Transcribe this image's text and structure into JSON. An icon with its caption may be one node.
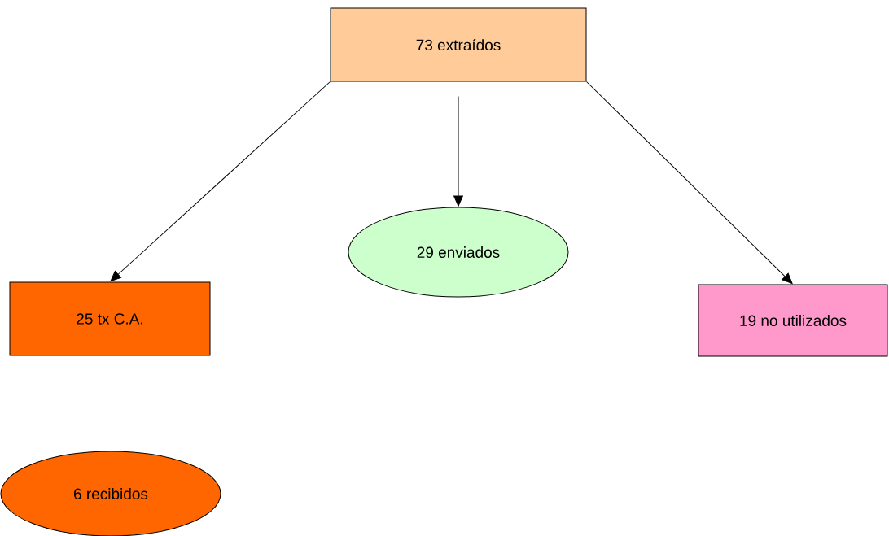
{
  "diagram": {
    "nodes": [
      {
        "text": [
          "73 extraídos"
        ]
      },
      {
        "text": [
          "25 tx C.A."
        ]
      },
      {
        "text": [
          "29 enviados"
        ]
      },
      {
        "text": [
          "19 no utilizados"
        ]
      },
      {
        "text": [
          "6 recibidos"
        ]
      }
    ],
    "edges": [
      {
        "from": 0,
        "to": 1,
        "arrow": "to"
      },
      {
        "from": 0,
        "to": 2,
        "arrow": "to"
      },
      {
        "from": 0,
        "to": 3,
        "arrow": "to"
      }
    ]
  }
}
